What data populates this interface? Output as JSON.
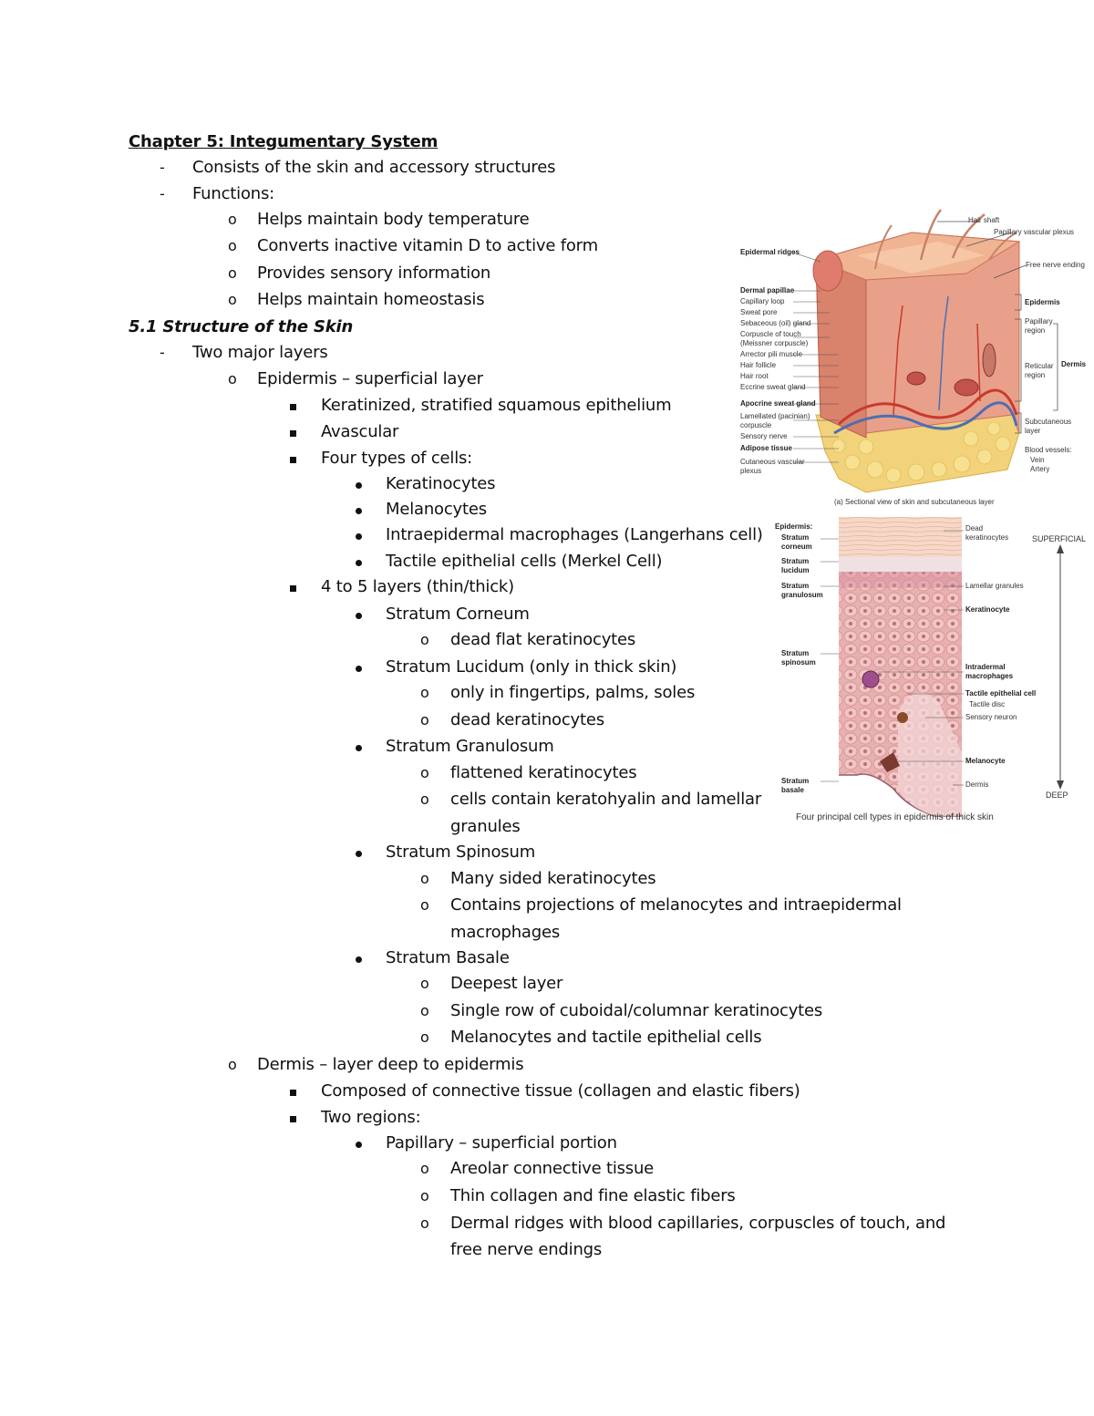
{
  "doc": {
    "title": "Chapter 5: Integumentary System",
    "intro": [
      "Consists of the skin and accessory structures",
      "Functions:"
    ],
    "functions": [
      "Helps maintain body temperature",
      "Converts inactive vitamin D to active form",
      "Provides sensory information",
      "Helps maintain homeostasis"
    ],
    "section": "5.1 Structure of the Skin",
    "major_layers": "Two major layers",
    "epidermis": "Epidermis – superficial layer",
    "epi_points": [
      "Keratinized, stratified squamous epithelium",
      "Avascular",
      "Four types of cells:"
    ],
    "cell_types": [
      "Keratinocytes",
      "Melanocytes",
      "Intraepidermal macrophages (Langerhans cell)",
      "Tactile epithelial cells (Merkel Cell)"
    ],
    "layers_count": "4 to 5 layers (thin/thick)",
    "corneum": {
      "name": "Stratum Corneum",
      "points": [
        "dead flat keratinocytes"
      ]
    },
    "lucidum": {
      "name": "Stratum Lucidum (only in thick skin)",
      "points": [
        "only in fingertips, palms, soles",
        "dead keratinocytes"
      ]
    },
    "granulosum": {
      "name": "Stratum Granulosum",
      "points": [
        "flattened keratinocytes",
        "cells contain keratohyalin and lamellar",
        "granules"
      ]
    },
    "spinosum": {
      "name": "Stratum Spinosum",
      "points": [
        "Many sided keratinocytes",
        "Contains projections of melanocytes and intraepidermal",
        "macrophages"
      ]
    },
    "basale": {
      "name": "Stratum Basale",
      "points": [
        "Deepest layer",
        "Single row of cuboidal/columnar keratinocytes",
        "Melanocytes and tactile epithelial cells"
      ]
    },
    "dermis": "Dermis – layer deep to epidermis",
    "dermis_points": [
      "Composed of connective tissue (collagen and elastic fibers)",
      "Two regions:"
    ],
    "papillary": {
      "name": "Papillary – superficial portion",
      "points": [
        "Areolar connective tissue",
        "Thin collagen and fine elastic fibers",
        "Dermal ridges with blood capillaries, corpuscles of touch, and",
        "free nerve endings"
      ]
    },
    "markers": {
      "dash": "-",
      "circle": "o"
    }
  },
  "figure1": {
    "left_labels": [
      "Epidermal ridges",
      "Dermal papillae",
      "Capillary loop",
      "Sweat pore",
      "Sebaceous (oil) gland",
      "Corpuscle of touch (Meissner corpuscle)",
      "Arrector pili muscle",
      "Hair follicle",
      "Hair root",
      "Eccrine sweat gland",
      "Apocrine sweat gland",
      "Lamellated (pacinian) corpuscle",
      "Sensory nerve",
      "Adipose tissue",
      "Cutaneous vascular plexus"
    ],
    "right_labels": [
      "Hair shaft",
      "Papillary vascular plexus",
      "Free nerve ending",
      "Epidermis",
      "Papillary region",
      "Reticular region",
      "Dermis",
      "Subcutaneous layer",
      "Blood vessels:",
      "Vein",
      "Artery"
    ],
    "caption": "(a) Sectional view of skin and subcutaneous layer"
  },
  "figure2": {
    "left_labels": [
      "Epidermis:",
      "Stratum corneum",
      "Stratum lucidum",
      "Stratum granulosum",
      "Stratum spinosum",
      "Stratum basale"
    ],
    "right_labels": [
      "Dead keratinocytes",
      "Lamellar granules",
      "Keratinocyte",
      "Intradermal macrophages",
      "Tactile epithelial cell",
      "Tactile disc",
      "Sensory neuron",
      "Melanocyte",
      "Dermis"
    ],
    "superficial": "SUPERFICIAL",
    "deep": "DEEP",
    "caption": "Four principal cell types in epidermis of thick skin"
  },
  "colors": {
    "text": "#111111",
    "skin": "#e9a08a",
    "fat": "#f2d27a",
    "vessel_red": "#c83a2e",
    "vessel_blue": "#4b6fb3"
  }
}
